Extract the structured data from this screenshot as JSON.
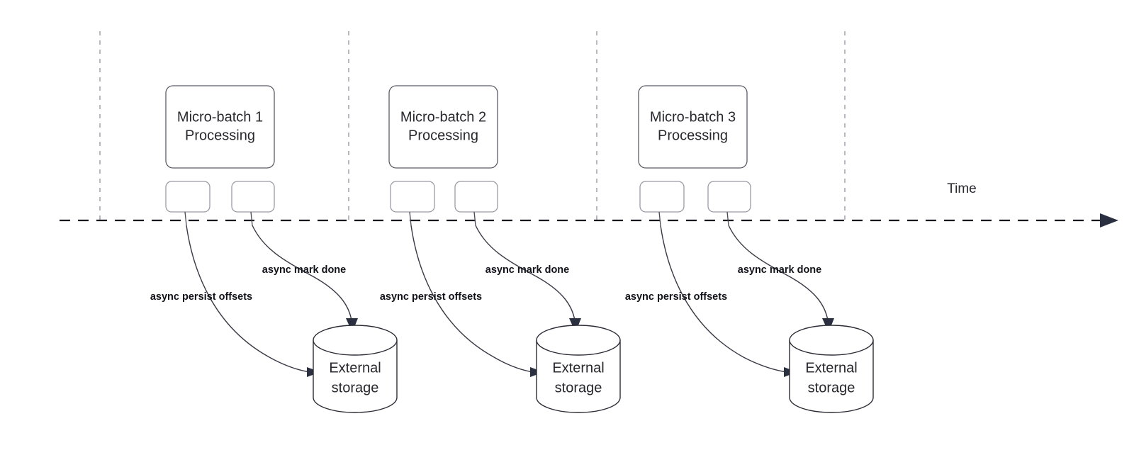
{
  "diagram": {
    "title_visible": false,
    "timeline": {
      "label": "Time",
      "axis_style": "dashed",
      "direction": "left-to-right"
    },
    "colors": {
      "background": "#ffffff",
      "box_stroke": "#5a5a66",
      "mini_box_stroke": "#9a9aa4",
      "cylinder_stroke": "#2c2c36",
      "timeline_stroke": "#16161c",
      "tick_stroke": "#b8b8c0",
      "arrow_fill": "#2b3040",
      "text": "#28282f",
      "edge_label_text": "#12121a"
    },
    "batches": [
      {
        "id": "batch-1",
        "line1": "Micro-batch 1",
        "line2": "Processing",
        "persist_label": "async persist offsets",
        "mark_done_label": "async mark done",
        "storage_line1": "External",
        "storage_line2": "storage"
      },
      {
        "id": "batch-2",
        "line1": "Micro-batch 2",
        "line2": "Processing",
        "persist_label": "async persist offsets",
        "mark_done_label": "async mark done",
        "storage_line1": "External",
        "storage_line2": "storage"
      },
      {
        "id": "batch-3",
        "line1": "Micro-batch 3",
        "line2": "Processing",
        "persist_label": "async persist offsets",
        "mark_done_label": "async mark done",
        "storage_line1": "External",
        "storage_line2": "storage"
      }
    ]
  }
}
